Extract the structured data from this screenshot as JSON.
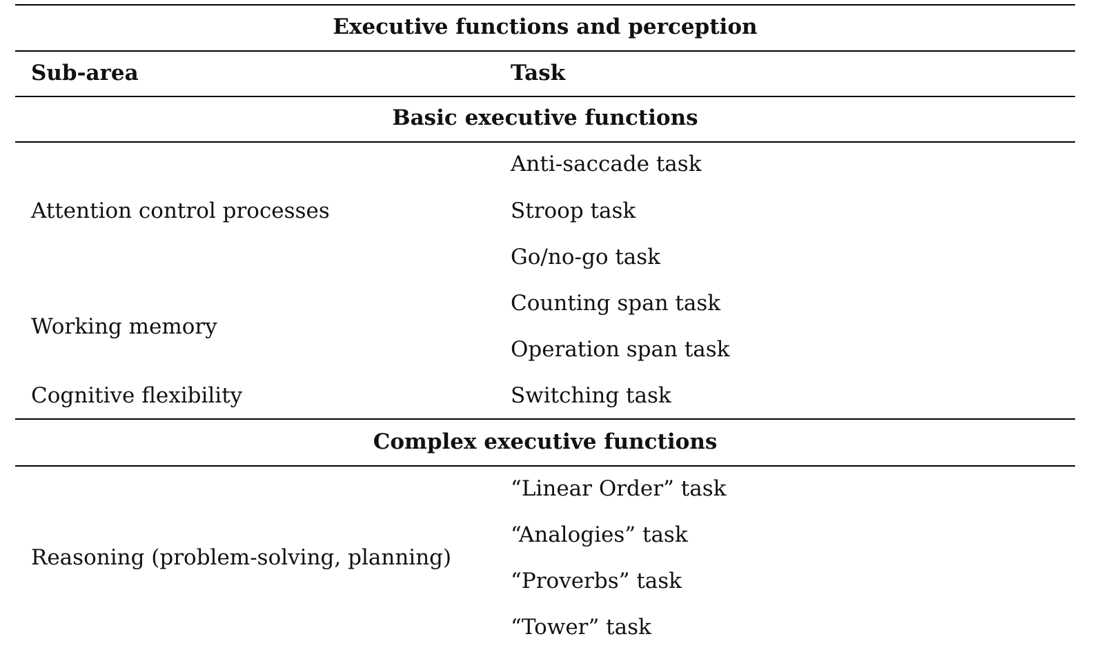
{
  "table": {
    "title": "Executive functions and perception",
    "headers": {
      "sub_area": "Sub-area",
      "task": "Task"
    },
    "sections": [
      {
        "heading": "Basic executive functions",
        "groups": [
          {
            "sub_area": "Attention control processes",
            "tasks": [
              "Anti-saccade task",
              "Stroop task",
              "Go/no-go task"
            ]
          },
          {
            "sub_area": "Working memory",
            "tasks": [
              "Counting span task",
              "Operation span task"
            ]
          },
          {
            "sub_area": "Cognitive flexibility",
            "tasks": [
              "Switching task"
            ]
          }
        ]
      },
      {
        "heading": "Complex executive functions",
        "groups": [
          {
            "sub_area": "Reasoning (problem-solving, planning)",
            "tasks": [
              "“Linear Order” task",
              "“Analogies” task",
              "“Proverbs” task",
              "“Tower” task"
            ]
          }
        ]
      }
    ]
  }
}
